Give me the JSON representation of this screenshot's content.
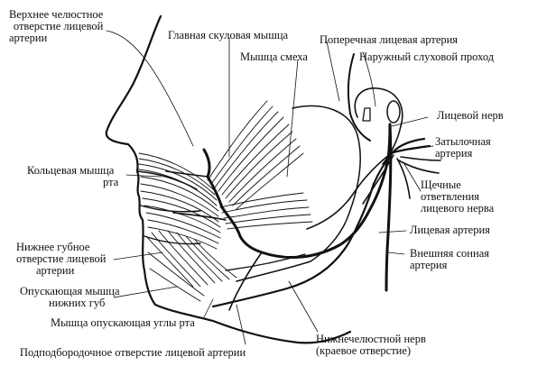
{
  "labels": {
    "upper_jaw_foramen": [
      "Верхнее челюстное",
      "отверстие лицевой",
      "артерии"
    ],
    "zygomatic_major": "Главная скуловая мышца",
    "transverse_facial_artery": "Поперечная лицевая артерия",
    "external_auditory_canal": "Наружный слуховой проход",
    "risorius": "Мышца смеха",
    "facial_nerve": "Лицевой нерв",
    "occipital_artery": [
      "Затылочная",
      "артерия"
    ],
    "orbicularis_oris": [
      "Кольцевая мышца",
      "рта"
    ],
    "buccal_branches": [
      "Щечные",
      "ответвления",
      "лицевого нерва"
    ],
    "facial_artery": "Лицевая артерия",
    "lower_lip_foramen": [
      "Нижнее губное",
      "отверстие лицевой",
      "артерии"
    ],
    "external_carotid": [
      "Внешняя сонная",
      "артерия"
    ],
    "depressor_labii": [
      "Опускающая мышца",
      "нижних губ"
    ],
    "depressor_anguli": "Мышца опускающая углы рта",
    "mandibular_nerve": [
      "Нижнечелюстной нерв",
      "(краевое отверстие)"
    ],
    "submental_foramen": "Подподбородочное отверстие лицевой артерии"
  },
  "colors": {
    "ink": "#111111",
    "paper": "#ffffff"
  }
}
